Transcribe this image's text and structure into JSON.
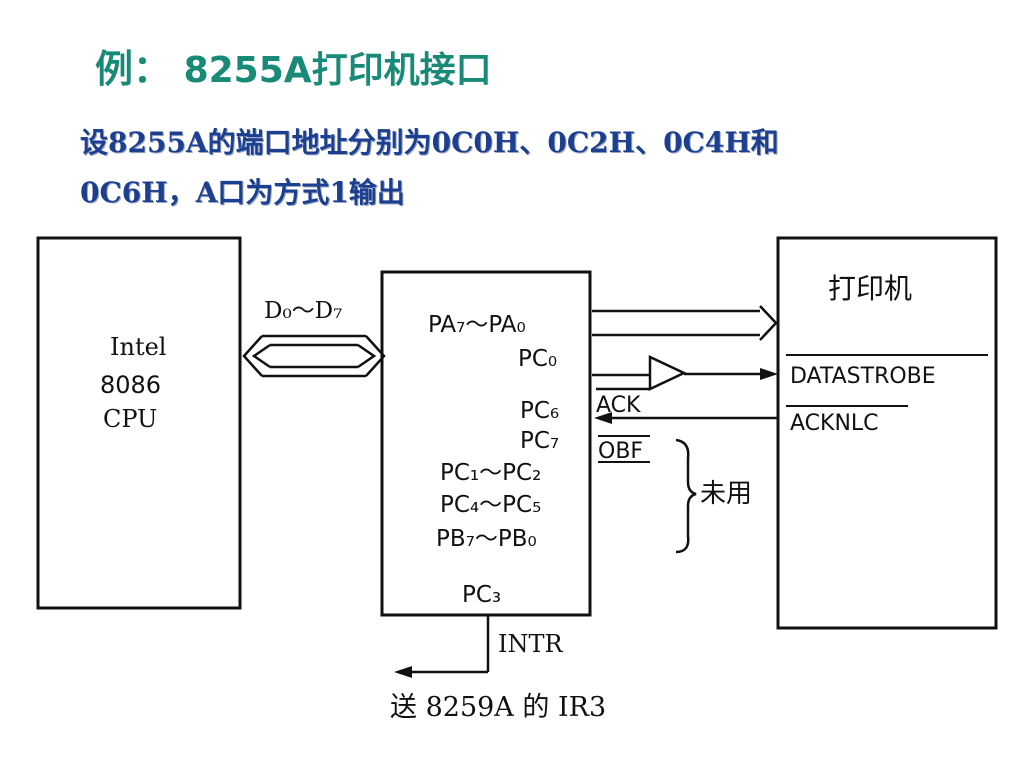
{
  "slide": {
    "title_prefix": "例：",
    "title_main": "8255A打印机接口",
    "subtitle_line1": "设8255A的端口地址分别为0C0H、0C2H、0C4H和",
    "subtitle_line2": "0C6H，A口为方式1输出"
  },
  "diagram": {
    "cpu": {
      "line1": "Intel",
      "line2": "8086",
      "line3": "CPU"
    },
    "bus_label": "D₀～D₇",
    "chip_pins": {
      "pa": "PA₇～PA₀",
      "pc0": "PC₀",
      "pc6": "PC₆",
      "pc7": "PC₇",
      "pc1_2": "PC₁～PC₂",
      "pc4_5": "PC₄～PC₅",
      "pb": "PB₇～PB₀",
      "pc3": "PC₃"
    },
    "signals": {
      "ack": "ACK",
      "obf": "OBF",
      "intr": "INTR",
      "unused": "未用"
    },
    "printer": {
      "title": "打印机",
      "datastrobe": "DATASTROBE",
      "acknlc": "ACKNLC"
    },
    "footer": "送 8259A 的 IR3"
  }
}
